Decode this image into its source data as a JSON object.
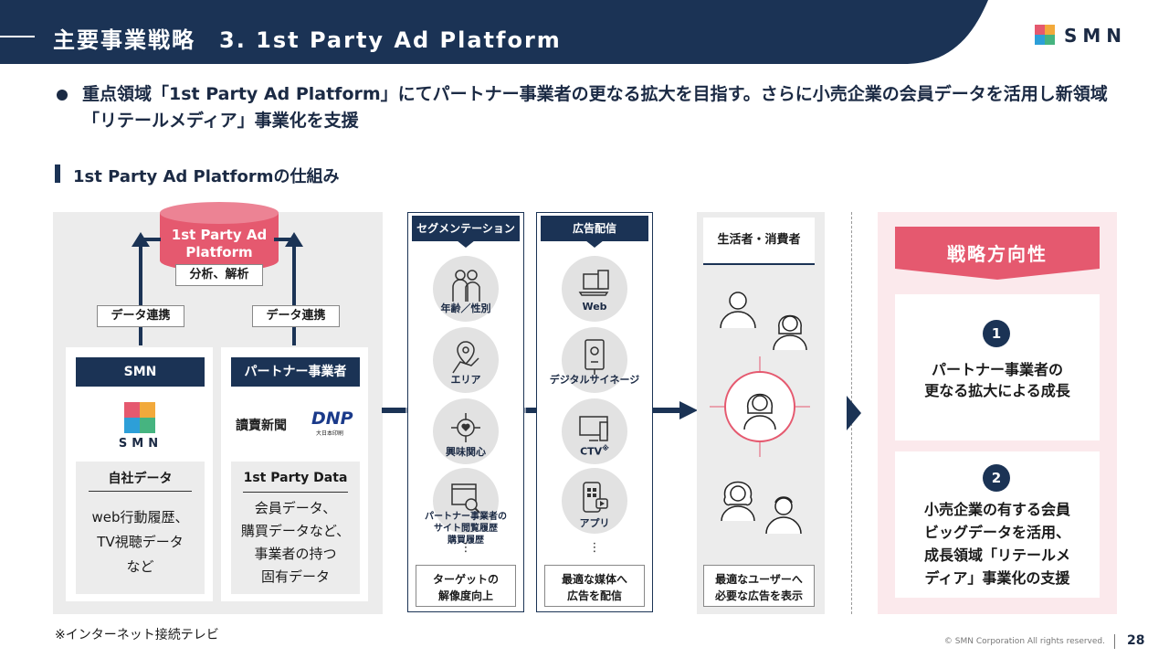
{
  "header": {
    "title": "主要事業戦略　3. 1st Party Ad Platform",
    "logo_text": "SMN"
  },
  "lead": {
    "bullet_text": "重点領域「1st Party Ad Platform」にてパートナー事業者の更なる拡大を目指す。さらに小売企業の会員データを活用し新領域「リテールメディア」事業化を支援"
  },
  "section_title": "1st Party Ad Platformの仕組み",
  "platform": {
    "db_line1": "1st Party Ad",
    "db_line2": "Platform",
    "db_sub": "分析、解析",
    "link_left": "データ連携",
    "link_right": "データ連携"
  },
  "smn_box": {
    "header": "SMN",
    "logo_text": "SMN",
    "data_title": "自社データ",
    "data_lines": [
      "web行動履歴、",
      "TV視聴データ",
      "など"
    ]
  },
  "partner_box": {
    "header": "パートナー事業者",
    "logo_yomiuri": "讀賣新聞",
    "logo_dnp": "DNP",
    "logo_dnp_sub": "大日本印刷",
    "data_title": "1st Party Data",
    "data_lines": [
      "会員データ、",
      "購買データなど、",
      "事業者の持つ",
      "固有データ"
    ]
  },
  "segmentation": {
    "header": "セグメンテーション",
    "items": [
      "年齢／性別",
      "エリア",
      "興味関心",
      "パートナー事業者の",
      "サイト閲覧履歴",
      "購買履歴"
    ],
    "ellipsis": "⋮",
    "footer_line1": "ターゲットの",
    "footer_line2": "解像度向上"
  },
  "distribution": {
    "header": "広告配信",
    "items": [
      "Web",
      "デジタルサイネージ",
      "CTV",
      "アプリ"
    ],
    "ctv_mark": "※",
    "ellipsis": "⋮",
    "footer_line1": "最適な媒体へ",
    "footer_line2": "広告を配信"
  },
  "consumer": {
    "header": "生活者・消費者",
    "footer_line1": "最適なユーザーへ",
    "footer_line2": "必要な広告を表示"
  },
  "strategy": {
    "header": "戦略方向性",
    "item1_num": "1",
    "item1_line1": "パートナー事業者の",
    "item1_line2": "更なる拡大による成長",
    "item2_num": "2",
    "item2_lines": [
      "小売企業の有する会員",
      "ビッグデータを活用、",
      "成長領域「リテールメ",
      "ディア」事業化の支援"
    ]
  },
  "footnote": "※インターネット接続テレビ",
  "footer": {
    "copyright": "© SMN Corporation All rights reserved.",
    "page": "28"
  },
  "colors": {
    "navy": "#1b3355",
    "pink": "#e5596f",
    "light_pink": "#fbe9ec",
    "gray_panel": "#efefef"
  }
}
